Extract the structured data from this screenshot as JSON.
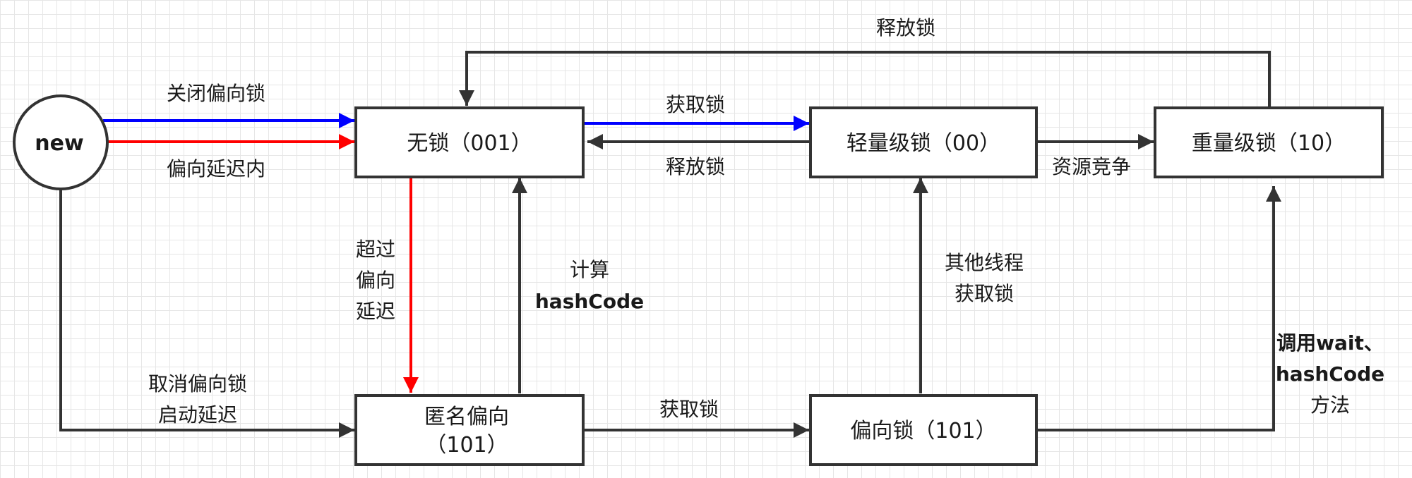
{
  "nodes": {
    "new": "new",
    "no_lock": "无锁（001）",
    "lightweight": "轻量级锁（00）",
    "heavyweight": "重量级锁（10）",
    "anonymous_bias_line1": "匿名偏向",
    "anonymous_bias_line2": "（101）",
    "biased": "偏向锁（101）"
  },
  "edges": {
    "close_bias": "关闭偏向锁",
    "within_bias_delay": "偏向延迟内",
    "release_top": "释放锁",
    "acquire_top": "获取锁",
    "release_mid": "释放锁",
    "contention": "资源竞争",
    "exceed_delay_1": "超过",
    "exceed_delay_2": "偏向",
    "exceed_delay_3": "延迟",
    "compute_hash_1": "计算",
    "compute_hash_2": "hashCode",
    "other_thread_1": "其他线程",
    "other_thread_2": "获取锁",
    "cancel_bias_1": "取消偏向锁",
    "cancel_bias_2": "启动延迟",
    "acquire_bottom": "获取锁",
    "call_wait_1": "调用wait、",
    "call_wait_2": "hashCode",
    "call_wait_3": "方法"
  },
  "colors": {
    "line": "#333333",
    "blue": "#0000ff",
    "red": "#ff0000"
  }
}
